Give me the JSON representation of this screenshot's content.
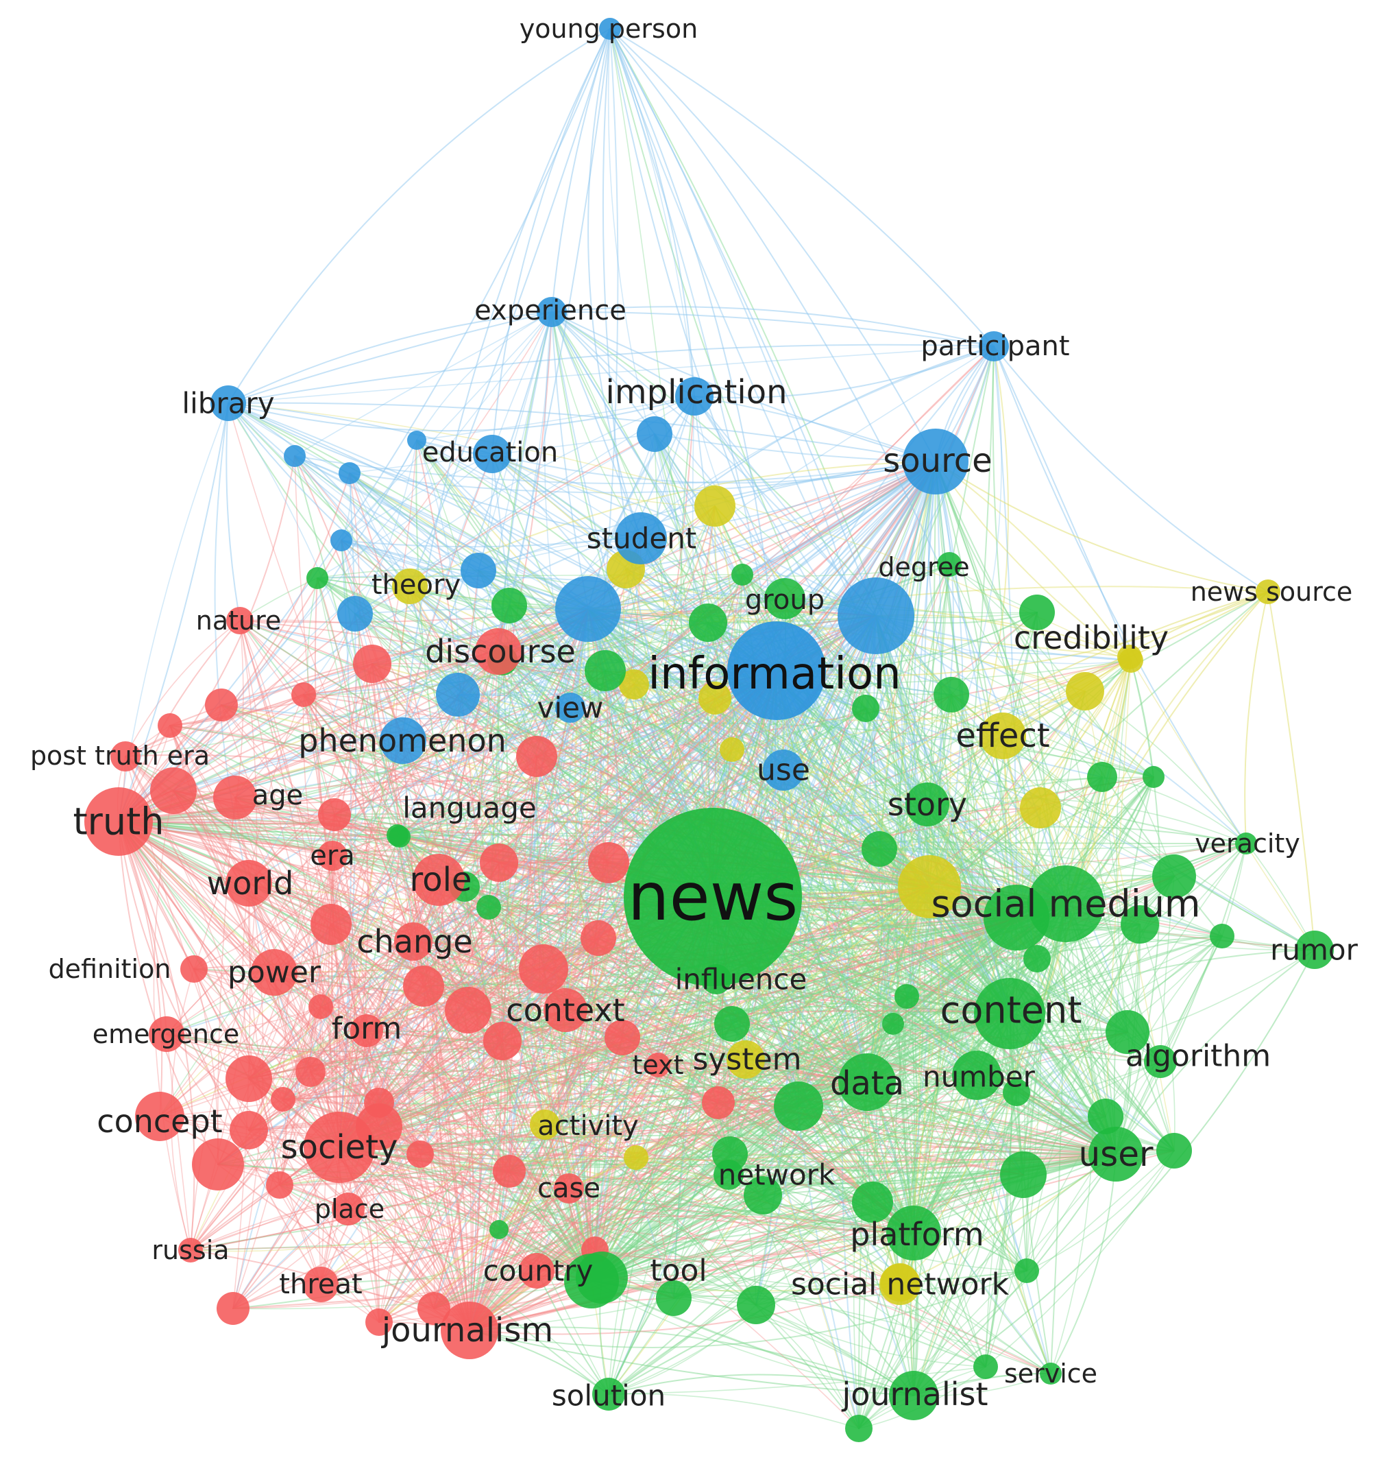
{
  "colors": {
    "cluster_red": "#f55a5a",
    "cluster_green": "#1fba3f",
    "cluster_blue": "#2d95dc",
    "cluster_yellow": "#d4cc1c",
    "edge_red": "#f58c8c",
    "edge_green": "#7fd88f",
    "edge_blue": "#8fc8ef",
    "edge_yellow": "#e0dd6a",
    "background": "#ffffff"
  },
  "nodes": [
    {
      "id": "young-person",
      "label": "young person",
      "cluster": "blue",
      "weight": 1
    },
    {
      "id": "experience",
      "label": "experience",
      "cluster": "blue",
      "weight": 1
    },
    {
      "id": "participant",
      "label": "participant",
      "cluster": "blue",
      "weight": 1
    },
    {
      "id": "library",
      "label": "library",
      "cluster": "blue",
      "weight": 2
    },
    {
      "id": "implication",
      "label": "implication",
      "cluster": "blue",
      "weight": 2
    },
    {
      "id": "education",
      "label": "education",
      "cluster": "blue",
      "weight": 2
    },
    {
      "id": "source",
      "label": "source",
      "cluster": "blue",
      "weight": 4
    },
    {
      "id": "student",
      "label": "student",
      "cluster": "blue",
      "weight": 3
    },
    {
      "id": "theory",
      "label": "theory",
      "cluster": "yellow",
      "weight": 2
    },
    {
      "id": "degree",
      "label": "degree",
      "cluster": "green",
      "weight": 1
    },
    {
      "id": "news-source",
      "label": "news source",
      "cluster": "yellow",
      "weight": 1
    },
    {
      "id": "group",
      "label": "group",
      "cluster": "green",
      "weight": 2
    },
    {
      "id": "nature",
      "label": "nature",
      "cluster": "red",
      "weight": 1
    },
    {
      "id": "credibility",
      "label": "credibility",
      "cluster": "yellow",
      "weight": 2
    },
    {
      "id": "discourse",
      "label": "discourse",
      "cluster": "red",
      "weight": 3
    },
    {
      "id": "information",
      "label": "information",
      "cluster": "blue",
      "weight": 10
    },
    {
      "id": "view",
      "label": "view",
      "cluster": "blue",
      "weight": 1
    },
    {
      "id": "phenomenon",
      "label": "phenomenon",
      "cluster": "blue",
      "weight": 3
    },
    {
      "id": "effect",
      "label": "effect",
      "cluster": "yellow",
      "weight": 3
    },
    {
      "id": "post-truth-era",
      "label": "post truth era",
      "cluster": "red",
      "weight": 2
    },
    {
      "id": "use",
      "label": "use",
      "cluster": "blue",
      "weight": 2
    },
    {
      "id": "truth",
      "label": "truth",
      "cluster": "red",
      "weight": 6
    },
    {
      "id": "age",
      "label": "age",
      "cluster": "red",
      "weight": 3
    },
    {
      "id": "language",
      "label": "language",
      "cluster": "green",
      "weight": 1
    },
    {
      "id": "story",
      "label": "story",
      "cluster": "green",
      "weight": 2
    },
    {
      "id": "veracity",
      "label": "veracity",
      "cluster": "green",
      "weight": 1
    },
    {
      "id": "era",
      "label": "era",
      "cluster": "red",
      "weight": 2
    },
    {
      "id": "world",
      "label": "world",
      "cluster": "red",
      "weight": 3
    },
    {
      "id": "role",
      "label": "role",
      "cluster": "red",
      "weight": 3
    },
    {
      "id": "news",
      "label": "news",
      "cluster": "green",
      "weight": 20
    },
    {
      "id": "social-medium",
      "label": "social medium",
      "cluster": "green",
      "weight": 8
    },
    {
      "id": "change",
      "label": "change",
      "cluster": "red",
      "weight": 3
    },
    {
      "id": "rumor",
      "label": "rumor",
      "cluster": "green",
      "weight": 2
    },
    {
      "id": "definition",
      "label": "definition",
      "cluster": "red",
      "weight": 2
    },
    {
      "id": "power",
      "label": "power",
      "cluster": "red",
      "weight": 3
    },
    {
      "id": "influence",
      "label": "influence",
      "cluster": "green",
      "weight": 1
    },
    {
      "id": "content",
      "label": "content",
      "cluster": "green",
      "weight": 5
    },
    {
      "id": "context",
      "label": "context",
      "cluster": "red",
      "weight": 3
    },
    {
      "id": "emergence",
      "label": "emergence",
      "cluster": "red",
      "weight": 2
    },
    {
      "id": "form",
      "label": "form",
      "cluster": "red",
      "weight": 2
    },
    {
      "id": "algorithm",
      "label": "algorithm",
      "cluster": "green",
      "weight": 2
    },
    {
      "id": "text",
      "label": "text",
      "cluster": "red",
      "weight": 1
    },
    {
      "id": "system",
      "label": "system",
      "cluster": "yellow",
      "weight": 2
    },
    {
      "id": "data",
      "label": "data",
      "cluster": "green",
      "weight": 4
    },
    {
      "id": "number",
      "label": "number",
      "cluster": "green",
      "weight": 3
    },
    {
      "id": "concept",
      "label": "concept",
      "cluster": "red",
      "weight": 3
    },
    {
      "id": "activity",
      "label": "activity",
      "cluster": "yellow",
      "weight": 1
    },
    {
      "id": "society",
      "label": "society",
      "cluster": "red",
      "weight": 5
    },
    {
      "id": "user",
      "label": "user",
      "cluster": "green",
      "weight": 4
    },
    {
      "id": "network",
      "label": "network",
      "cluster": "green",
      "weight": 2
    },
    {
      "id": "case",
      "label": "case",
      "cluster": "red",
      "weight": 2
    },
    {
      "id": "place",
      "label": "place",
      "cluster": "red",
      "weight": 2
    },
    {
      "id": "platform",
      "label": "platform",
      "cluster": "green",
      "weight": 3
    },
    {
      "id": "russia",
      "label": "russia",
      "cluster": "red",
      "weight": 1
    },
    {
      "id": "country",
      "label": "country",
      "cluster": "red",
      "weight": 2
    },
    {
      "id": "tool",
      "label": "tool",
      "cluster": "green",
      "weight": 2
    },
    {
      "id": "threat",
      "label": "threat",
      "cluster": "red",
      "weight": 2
    },
    {
      "id": "social-network",
      "label": "social network",
      "cluster": "yellow",
      "weight": 2
    },
    {
      "id": "journalism",
      "label": "journalism",
      "cluster": "red",
      "weight": 4
    },
    {
      "id": "service",
      "label": "service",
      "cluster": "green",
      "weight": 1
    },
    {
      "id": "solution",
      "label": "solution",
      "cluster": "green",
      "weight": 1
    },
    {
      "id": "journalist",
      "label": "journalist",
      "cluster": "green",
      "weight": 3
    }
  ]
}
